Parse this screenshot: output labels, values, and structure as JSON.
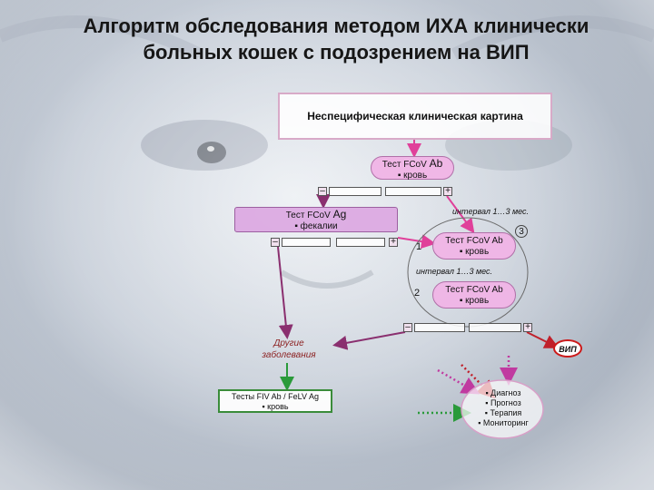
{
  "title_line1": "Алгоритм обследования методом ИХА клинически",
  "title_line2": "больных кошек с подозрением на ВИП",
  "clinical": "Неспецифическая клиническая картина",
  "test_ab_1": {
    "name": "Тест FCoV ",
    "name_big": "Ab",
    "sample": "▪ кровь"
  },
  "test_ag": {
    "name": "Тест FCoV ",
    "name_big": "Ag",
    "sample": "▪ фекалии"
  },
  "test_ab_2": {
    "name": "Тест FCoV Ab",
    "sample": "▪ кровь"
  },
  "test_ab_3": {
    "name": "Тест FCoV Ab",
    "sample": "▪ кровь"
  },
  "minus": "–",
  "plus": "+",
  "interval_1": "интервал 1…3 мес.",
  "interval_2": "интервал 1…3 мес.",
  "step_1": "1",
  "step_2": "2",
  "step_3": "3",
  "other_line1": "Другие",
  "other_line2": "заболевания",
  "tests_fiv_line1": "Тесты FIV Ab / FeLV Ag",
  "tests_fiv_line2": "▪ кровь",
  "vip": "ВИП",
  "outcomes": [
    "▪ Диагноз",
    "▪ Прогноз",
    "▪ Терапия",
    "▪ Мониторинг"
  ],
  "colors": {
    "pink": "#e0409a",
    "purple": "#8a2f6f",
    "green": "#2a9a3a",
    "red": "#c0202a"
  }
}
